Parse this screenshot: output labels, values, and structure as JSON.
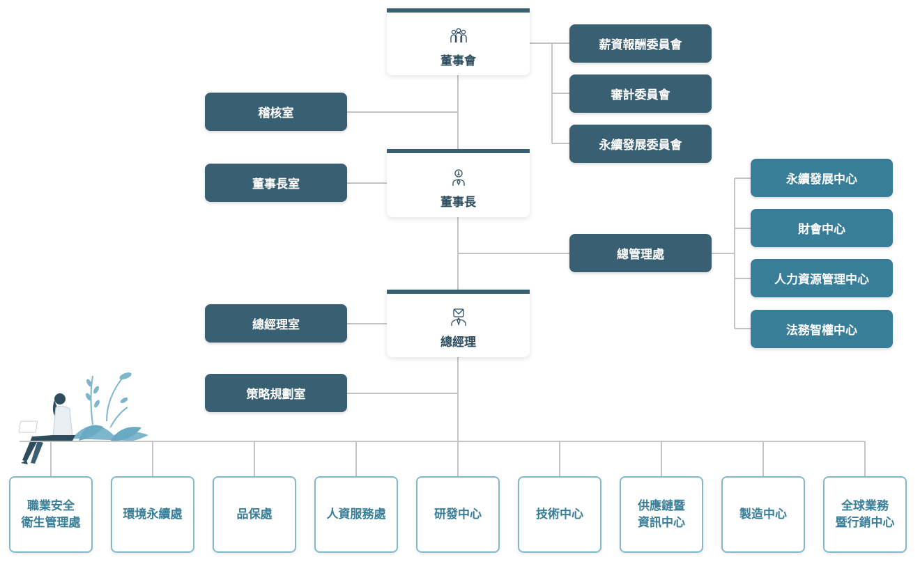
{
  "colors": {
    "dark_box": "#395f72",
    "teal_box": "#397e99",
    "card_border": "#83b8cb",
    "connector": "#c4c4c4"
  },
  "board": {
    "label": "董事會",
    "icon": "group-people-icon"
  },
  "chairman": {
    "label": "董事長",
    "icon": "person-lightbulb-icon"
  },
  "president": {
    "label": "總經理",
    "icon": "person-tie-icon"
  },
  "board_committees": [
    "薪資報酬委員會",
    "審計委員會",
    "永續發展委員會"
  ],
  "audit_office": "稽核室",
  "chairman_office": "董事長室",
  "president_office": "總經理室",
  "strategy_office": "策略規劃室",
  "general_management": "總管理處",
  "gm_centers": [
    "永續發展中心",
    "財會中心",
    "人力資源管理中心",
    "法務智權中心"
  ],
  "departments": [
    {
      "line1": "職業安全",
      "line2": "衛生管理處"
    },
    {
      "line1": "環境永續處",
      "line2": ""
    },
    {
      "line1": "品保處",
      "line2": ""
    },
    {
      "line1": "人資服務處",
      "line2": ""
    },
    {
      "line1": "研發中心",
      "line2": ""
    },
    {
      "line1": "技術中心",
      "line2": ""
    },
    {
      "line1": "供應鏈暨",
      "line2": "資訊中心"
    },
    {
      "line1": "製造中心",
      "line2": ""
    },
    {
      "line1": "全球業務",
      "line2": "暨行銷中心"
    }
  ]
}
